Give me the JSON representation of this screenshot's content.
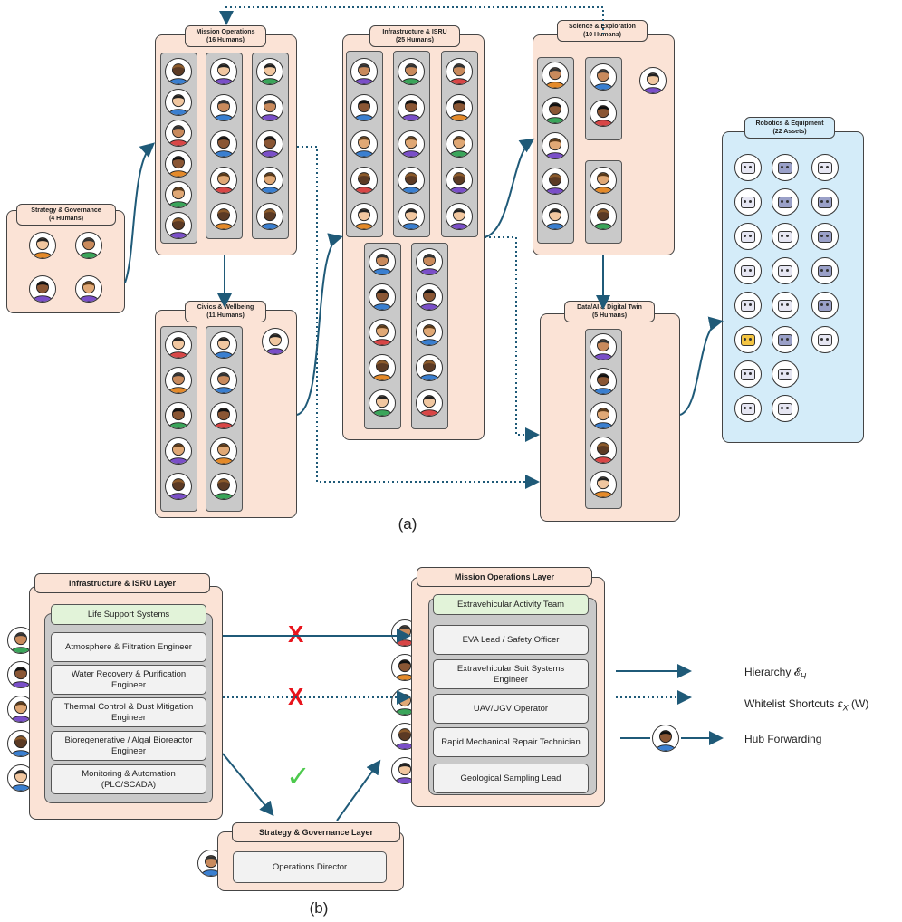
{
  "panel_a": {
    "caption": "(a)",
    "groups": {
      "strategy": {
        "title": "Strategy & Governance",
        "count": "(4 Humans)"
      },
      "mission": {
        "title": "Mission Operations",
        "count": "(16 Humans)"
      },
      "civics": {
        "title": "Civics & Wellbeing",
        "count": "(11 Humans)"
      },
      "infra": {
        "title": "Infrastructure & ISRU",
        "count": "(25 Humans)"
      },
      "science": {
        "title": "Science & Exploration",
        "count": "(10 Humans)"
      },
      "data": {
        "title": "Data/AI & Digital Twin",
        "count": "(5 Humans)"
      },
      "robotics": {
        "title": "Robotics & Equipment",
        "count": "(22 Assets)"
      }
    }
  },
  "panel_b": {
    "caption": "(b)",
    "infra_layer": {
      "title": "Infrastructure & ISRU Layer",
      "team": "Life Support Systems",
      "roles": [
        "Atmosphere & Filtration Engineer",
        "Water Recovery & Purification Engineer",
        "Thermal Control & Dust Mitigation Engineer",
        "Bioregenerative / Algal Bioreactor Engineer",
        "Monitoring & Automation (PLC/SCADA)"
      ]
    },
    "mission_layer": {
      "title": "Mission Operations Layer",
      "team": "Extravehicular Activity Team",
      "roles": [
        "EVA Lead / Safety Officer",
        "Extravehicular Suit Systems Engineer",
        "UAV/UGV Operator",
        "Rapid Mechanical Repair Technician",
        "Geological Sampling Lead"
      ]
    },
    "strategy_layer": {
      "title": "Strategy & Governance Layer",
      "role": "Operations Director"
    },
    "marks": {
      "cross": "X",
      "check": "✓"
    },
    "legend": {
      "hierarchy": "Hierarchy 𝓔",
      "hierarchy_sub": "H",
      "whitelist": "Whitelist Shortcuts 𝜀",
      "whitelist_sub": "X",
      "whitelist_suffix": " (W)",
      "hub": "Hub Forwarding"
    }
  },
  "colors": {
    "arrow": "#1f5a78",
    "group_fill": "#fbe3d6",
    "robot_fill": "#d4ecf9",
    "column_fill": "#c9c9c9",
    "team_fill": "#e2f3d9",
    "cross": "#e8141c",
    "check": "#4cc94c"
  }
}
